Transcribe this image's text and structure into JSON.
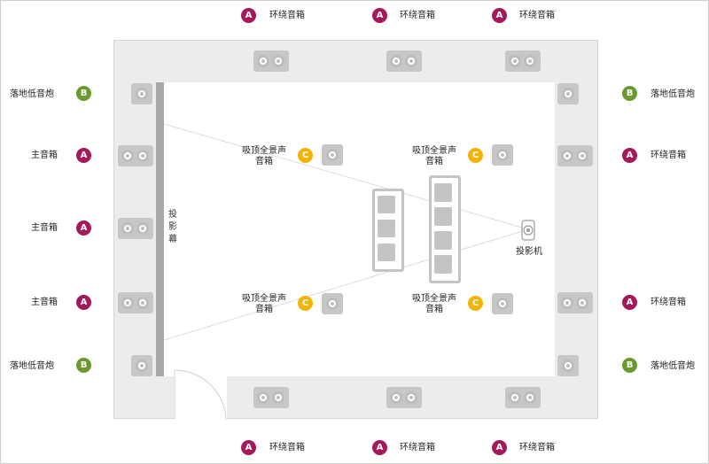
{
  "labels": {
    "surround": "环绕音箱",
    "main": "主音箱",
    "floor_sub": "落地低音炮",
    "atmos": "吸顶全景声音箱",
    "projector": "投影机",
    "screen": "投影幕"
  },
  "badges": {
    "a": "A",
    "b": "B",
    "c": "C"
  },
  "colors": {
    "a": "#a3195b",
    "b": "#6a9a2e",
    "c": "#f2b305",
    "wall": "#ececec",
    "speaker": "#c7c7c7"
  }
}
